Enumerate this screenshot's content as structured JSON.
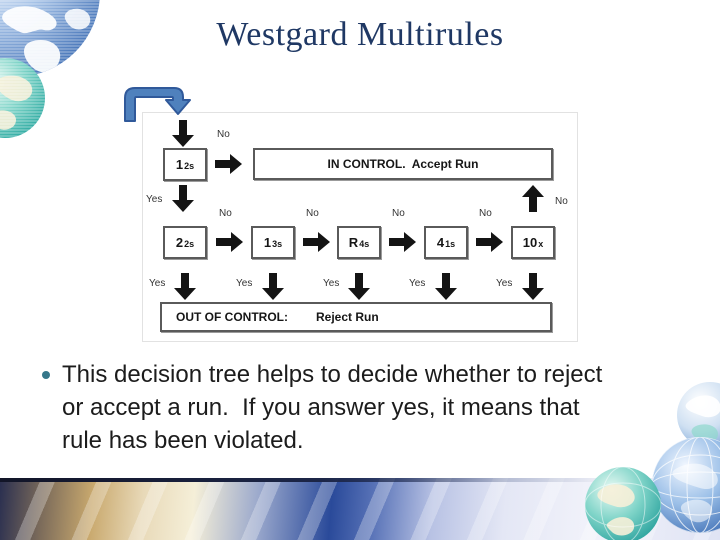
{
  "slide": {
    "title": "Westgard Multirules",
    "bullet_text": "This decision tree helps to decide whether to reject or accept a run.  If you answer yes, it means that rule has been violated."
  },
  "diagram": {
    "in_control_text": "IN CONTROL.  Accept Run",
    "out_of_control_label": "OUT OF CONTROL:",
    "out_of_control_action": "Reject Run",
    "yes": "Yes",
    "no": "No",
    "rules": {
      "r12s": {
        "main": "1",
        "sub": "2s"
      },
      "r22s": {
        "main": "2",
        "sub": "2s"
      },
      "r13s": {
        "main": "1",
        "sub": "3s"
      },
      "r4s": {
        "main": "R",
        "sub": "4s"
      },
      "r41s": {
        "main": "4",
        "sub": "1s"
      },
      "r10x": {
        "main": "10",
        "sub": "x"
      }
    }
  },
  "colors": {
    "title_navy": "#1f3864",
    "bullet_teal": "#35778a",
    "flow_arrow_black": "#141414",
    "start_arrow_blue": "#4f81bd",
    "box_border_gray": "#5a5a5a"
  }
}
